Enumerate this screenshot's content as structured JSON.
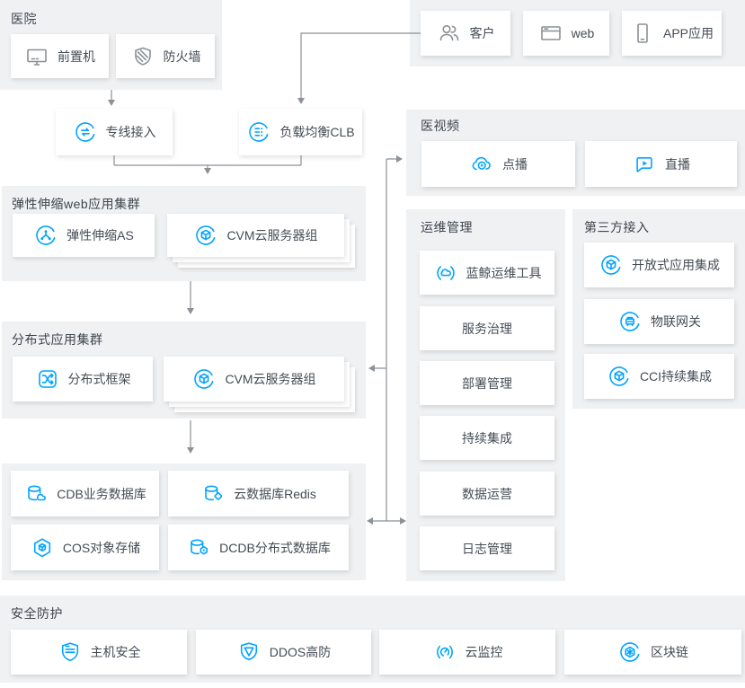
{
  "colors": {
    "accent_blue": "#00a4ff",
    "panel_gray": "#eff1f3",
    "icon_gray": "#8a9095",
    "line_gray": "#8b9196"
  },
  "groups": {
    "hospital": {
      "title": "医院",
      "items": [
        {
          "label": "前置机",
          "icon": "monitor"
        },
        {
          "label": "防火墙",
          "icon": "shield-stripes"
        }
      ]
    },
    "clients": {
      "items": [
        {
          "label": "客户",
          "icon": "users"
        },
        {
          "label": "web",
          "icon": "browser"
        },
        {
          "label": "APP应用",
          "icon": "mobile"
        }
      ]
    },
    "access": {
      "items": [
        {
          "label": "专线接入",
          "icon": "dedicated-line"
        },
        {
          "label": "负载均衡CLB",
          "icon": "clb"
        }
      ]
    },
    "elastic": {
      "title": "弹性伸缩web应用集群",
      "items": [
        {
          "label": "弹性伸缩AS",
          "icon": "autoscale"
        },
        {
          "label": "CVM云服务器组",
          "icon": "cvm"
        }
      ]
    },
    "distributed": {
      "title": "分布式应用集群",
      "items": [
        {
          "label": "分布式框架",
          "icon": "dist-frame"
        },
        {
          "label": "CVM云服务器组",
          "icon": "cvm"
        }
      ]
    },
    "database": {
      "items": [
        {
          "label": "CDB业务数据库",
          "icon": "db-cloud"
        },
        {
          "label": "云数据库Redis",
          "icon": "db-redis"
        },
        {
          "label": "COS对象存储",
          "icon": "cos"
        },
        {
          "label": "DCDB分布式数据库",
          "icon": "db-dcdb"
        }
      ]
    },
    "video": {
      "title": "医视频",
      "items": [
        {
          "label": "点播",
          "icon": "vod"
        },
        {
          "label": "直播",
          "icon": "live"
        }
      ]
    },
    "ops": {
      "title": "运维管理",
      "items": [
        {
          "label": "蓝鲸运维工具",
          "icon": "bluewhale"
        },
        {
          "label": "服务治理"
        },
        {
          "label": "部署管理"
        },
        {
          "label": "持续集成"
        },
        {
          "label": "数据运营"
        },
        {
          "label": "日志管理"
        }
      ]
    },
    "thirdparty": {
      "title": "第三方接入",
      "items": [
        {
          "label": "开放式应用集成",
          "icon": "open-app"
        },
        {
          "label": "物联网关",
          "icon": "iot-gw"
        },
        {
          "label": "CCI持续集成",
          "icon": "cci"
        }
      ]
    },
    "security": {
      "title": "安全防护",
      "items": [
        {
          "label": "主机安全",
          "icon": "host-security"
        },
        {
          "label": "DDOS高防",
          "icon": "ddos"
        },
        {
          "label": "云监控",
          "icon": "monitor-gauge"
        },
        {
          "label": "区块链",
          "icon": "blockchain"
        }
      ]
    }
  }
}
